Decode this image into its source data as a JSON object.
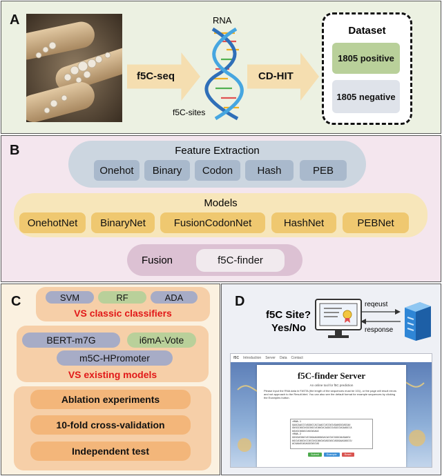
{
  "panel_a": {
    "letter": "A",
    "arrow1_label": "f5C-seq",
    "rna_label": "RNA",
    "sites_label": "f5C-sites",
    "arrow2_label": "CD-HIT",
    "dataset_title": "Dataset",
    "positive": "1805 positive",
    "negative": "1805 negative"
  },
  "panel_b": {
    "letter": "B",
    "feature_title": "Feature Extraction",
    "features": [
      "Onehot",
      "Binary",
      "Codon",
      "Hash",
      "PEB"
    ],
    "models_title": "Models",
    "models": [
      "OnehotNet",
      "BinaryNet",
      "FusionCodonNet",
      "HashNet",
      "PEBNet"
    ],
    "fusion_label": "Fusion",
    "fusion_model": "f5C-finder"
  },
  "panel_c": {
    "letter": "C",
    "classic": [
      "SVM",
      "RF",
      "ADA"
    ],
    "classic_caption": "VS classic classifiers",
    "existing": [
      "BERT-m7G",
      "i6mA-Vote",
      "m5C-HPromoter"
    ],
    "existing_caption": "VS existing models",
    "experiments": [
      "Ablation experiments",
      "10-fold cross-validation",
      "Independent test"
    ]
  },
  "panel_d": {
    "letter": "D",
    "question_line1": "f5C Site?",
    "question_line2": "Yes/No",
    "request": "reqeust",
    "response": "response",
    "nav": [
      "f5C",
      "Introduction",
      "Server",
      "Data",
      "Contact"
    ],
    "server_title": "f5C-finder Server",
    "server_subtitle": "An online tool for f5C prediction",
    "server_text": "Please input the RNA data in FASTA (the length of the sequences must be 101), or the page will result errors and not approach to the Result.html. You can also see the default format for example sequences by clicking the Examples button.",
    "seq_lines": [
      ">RNA-1",
      "GAACAACCCUGGUCCACCAACCUCCUCUGAUGGGUGCAU",
      "GUGGCUGCUGGCUGCUCUUCUCAGGCCUGGCCUGAUGCCA",
      "UGUGCUGUGCUGCUGAGC",
      ">RNA-2",
      "GGGGUCUUCUCCUGAAGUGUGACACCUCGGGCAUGAUCU",
      "UGCUCUGCUCCUCCUGCUUCUGUGCUGCUGGGAAGUGCCU",
      "ACAAAGCAGAGGCUGCUG"
    ],
    "buttons": [
      "Submit",
      "Example",
      "Reset"
    ]
  }
}
